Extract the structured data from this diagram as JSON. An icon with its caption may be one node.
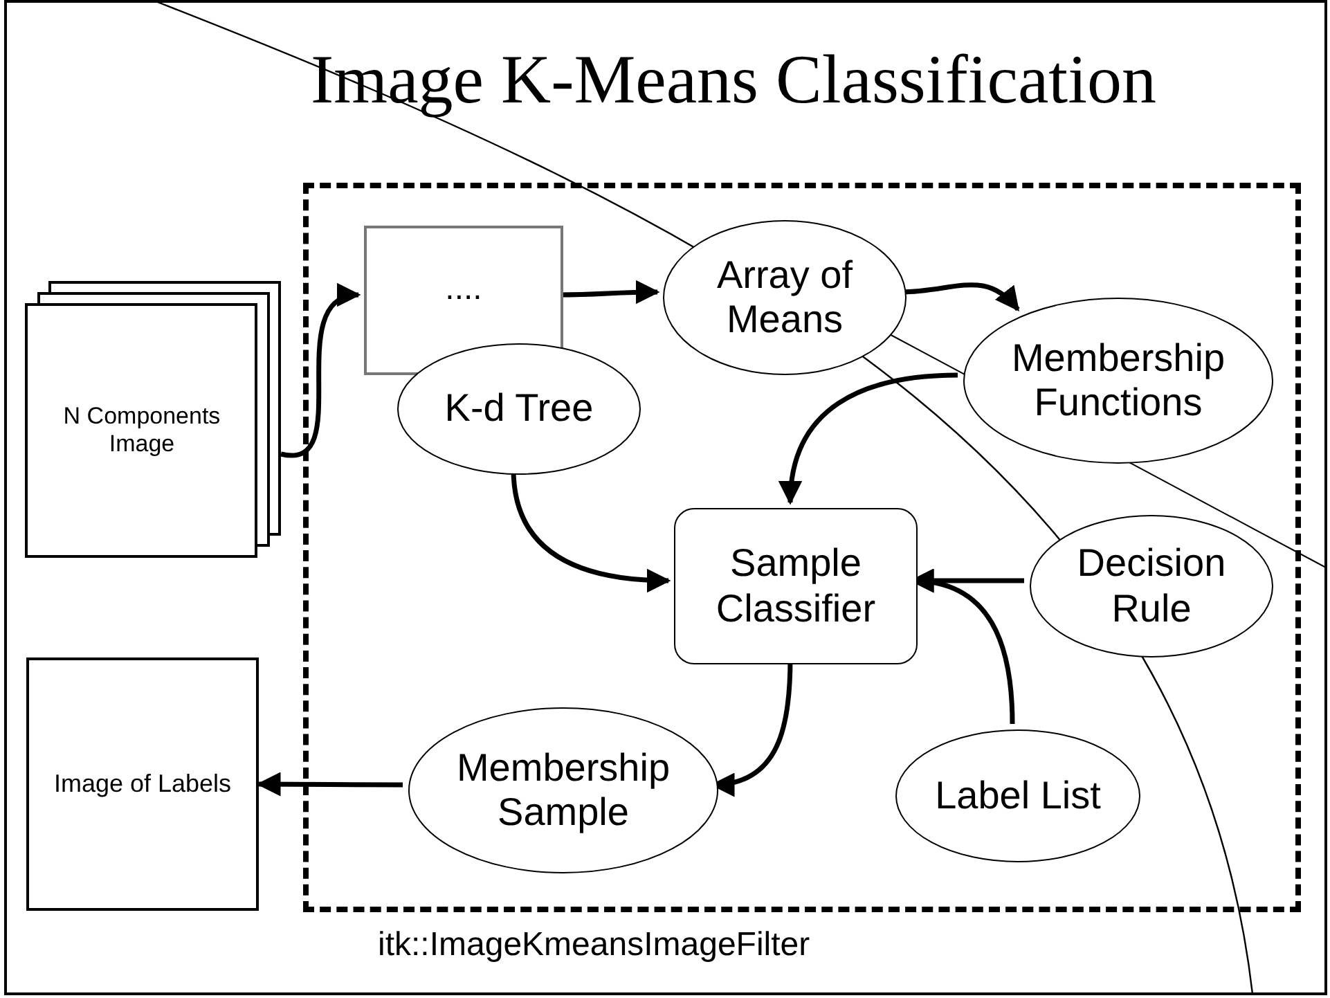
{
  "diagram": {
    "title": "Image K-Means Classification",
    "nodes": [
      {
        "text": [
          "itk::ImageKmeansImageFilter"
        ]
      },
      {
        "text": [
          "N Components Image"
        ]
      },
      {
        "text": [
          "...."
        ],
        "in": 0
      },
      {
        "text": [
          "K-d Tree"
        ],
        "in": 0
      },
      {
        "text": [
          "Array of Means"
        ],
        "in": 0
      },
      {
        "text": [
          "Membership Functions"
        ],
        "in": 0
      },
      {
        "text": [
          "Sample Classifier"
        ],
        "in": 0
      },
      {
        "text": [
          "Decision Rule"
        ],
        "in": 0
      },
      {
        "text": [
          "Membership Sample"
        ],
        "in": 0
      },
      {
        "text": [
          "Label List"
        ],
        "in": 0
      },
      {
        "text": [
          "Image of Labels"
        ]
      }
    ],
    "edges": [
      {
        "from": 1,
        "to": 2,
        "arrow": "to"
      },
      {
        "from": 2,
        "to": 4,
        "arrow": "to"
      },
      {
        "from": 4,
        "to": 5,
        "arrow": "to"
      },
      {
        "from": 5,
        "to": 6,
        "arrow": "to"
      },
      {
        "from": 3,
        "to": 6,
        "arrow": "to"
      },
      {
        "from": 7,
        "to": 6,
        "arrow": "to"
      },
      {
        "from": 9,
        "to": 6,
        "arrow": "to"
      },
      {
        "from": 6,
        "to": 8,
        "arrow": "to"
      },
      {
        "from": 8,
        "to": 10,
        "arrow": "to"
      }
    ]
  }
}
